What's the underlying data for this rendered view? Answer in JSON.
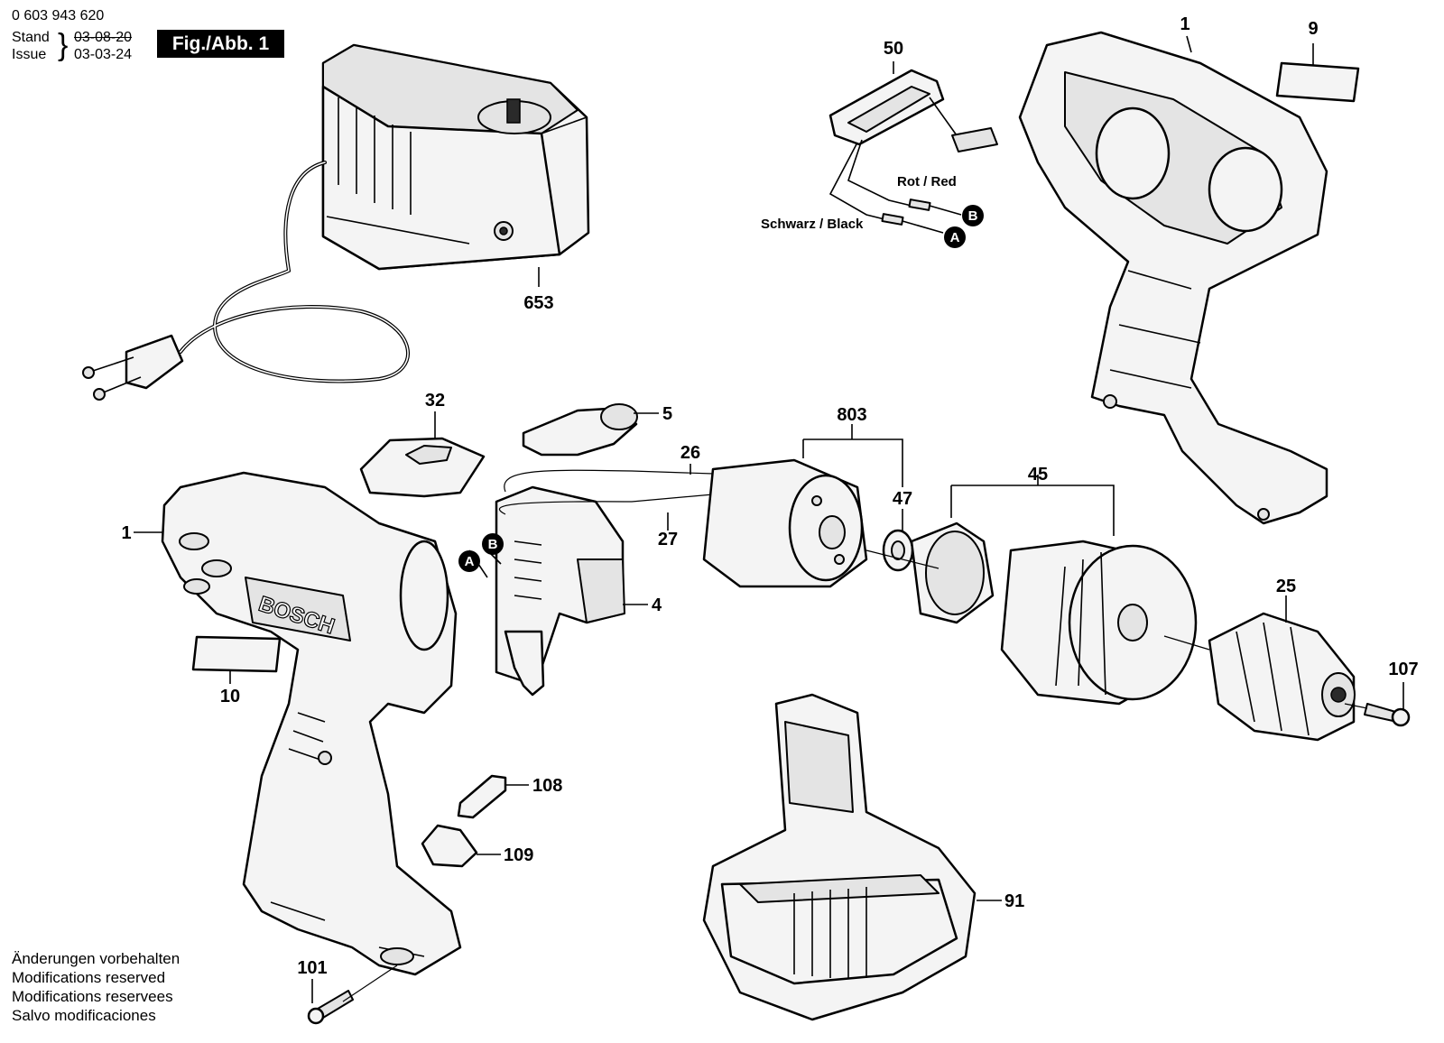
{
  "header": {
    "doc_number": "0 603 943 620",
    "stand_label": "Stand",
    "stand_date": "03-08-20",
    "issue_label": "Issue",
    "issue_date": "03-03-24",
    "figure_label": "Fig./Abb. 1"
  },
  "notes": [
    "Änderungen vorbehalten",
    "Modifications reserved",
    "Modifications reservees",
    "Salvo modificaciones"
  ],
  "wires": {
    "red": "Rot / Red",
    "black": "Schwarz / Black"
  },
  "connectors": {
    "a": "A",
    "b": "B"
  },
  "brand": "BOSCH",
  "parts": {
    "p653": "653",
    "p50": "50",
    "p1_housing_right": "1",
    "p9": "9",
    "p32": "32",
    "p5": "5",
    "p26": "26",
    "p27": "27",
    "p803": "803",
    "p47": "47",
    "p45": "45",
    "p1_housing_left": "1",
    "p4": "4",
    "p10": "10",
    "p25": "25",
    "p107": "107",
    "p108": "108",
    "p109": "109",
    "p91": "91",
    "p101": "101"
  },
  "colors": {
    "line": "#000000",
    "part_fill": "#f4f4f4",
    "badge_bg": "#000000",
    "badge_text": "#ffffff"
  }
}
